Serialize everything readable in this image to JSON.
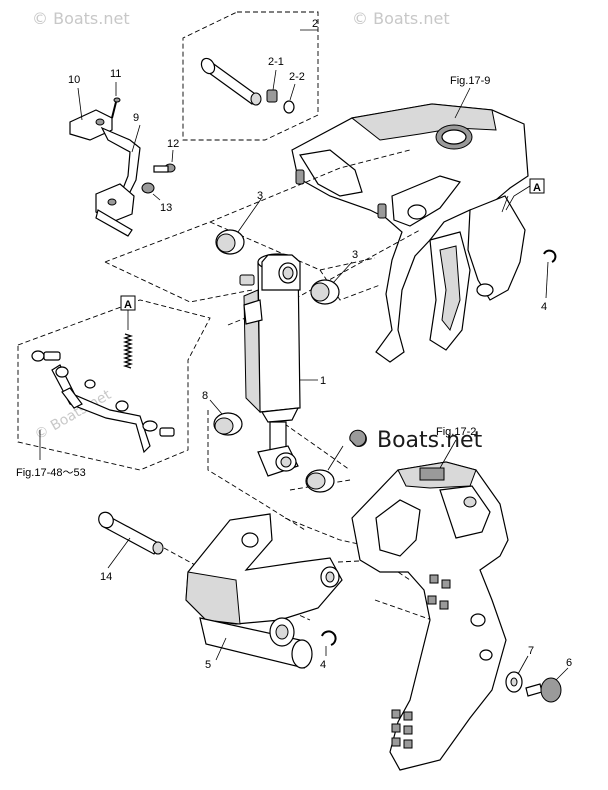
{
  "watermarks": {
    "top_left": "© Boats.net",
    "top_right": "© Boats.net",
    "mid_left": "© Boats.net",
    "center": "© Boats.net"
  },
  "references": {
    "fig_17_9": "Fig.17-9",
    "fig_17_2": "Fig.17-2",
    "fig_17_48_53": "Fig.17-48～53",
    "marker_a_top": "A",
    "marker_a_left": "A"
  },
  "callouts": {
    "p1": "1",
    "p2": "2",
    "p2_1": "2-1",
    "p2_2": "2-2",
    "p3a": "3",
    "p3b": "3",
    "p4a": "4",
    "p4b": "4",
    "p5": "5",
    "p6": "6",
    "p7": "7",
    "p8": "8",
    "p9": "9",
    "p10": "10",
    "p11": "11",
    "p12": "12",
    "p13": "13",
    "p14": "14"
  }
}
